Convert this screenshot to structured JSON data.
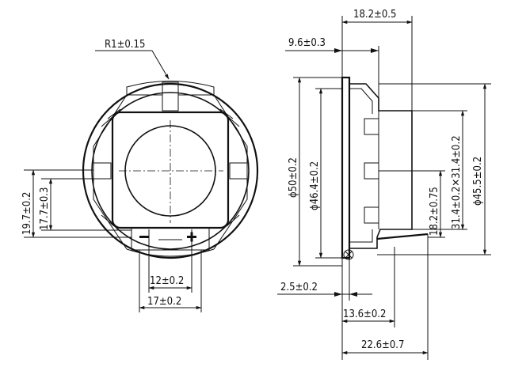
{
  "front_view": {
    "dims": {
      "radius": "R1±0.15",
      "height_outer": "19.7±0.2",
      "height_inner": "17.7±0.3",
      "width_inner": "12±0.2",
      "width_outer": "17±0.2"
    }
  },
  "side_view": {
    "dims": {
      "depth_total": "18.2±0.5",
      "depth_front": "9.6±0.3",
      "dia_outer": "ϕ50±0.2",
      "dia_inner": "ϕ46.4±0.2",
      "dia_mount": "ϕ45.5±0.2",
      "square": "31.4±0.2✕31.4±0.2",
      "height_small": "18.2±0.75",
      "flange": "2.5±0.2",
      "depth_mid": "13.6±0.2",
      "depth_overall": "22.6±0.7"
    }
  }
}
